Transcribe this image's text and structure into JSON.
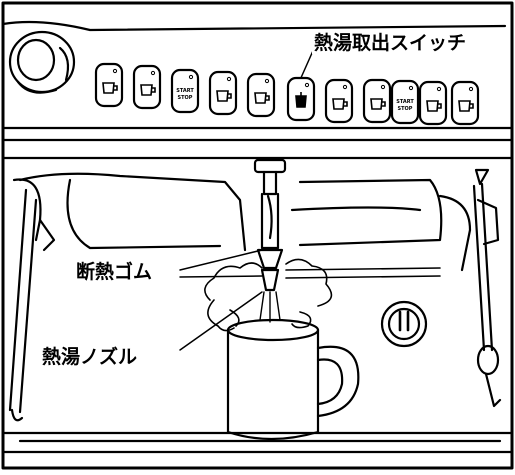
{
  "labels": {
    "hot_water_switch": "熱湯取出スイッチ",
    "insulating_rubber": "断熱ゴム",
    "hot_water_nozzle": "熱湯ノズル"
  },
  "buttons": [
    {
      "icon": "cup-icon"
    },
    {
      "icon": "cup-icon"
    },
    {
      "icon": "start-stop",
      "line1": "START",
      "line2": "STOP"
    },
    {
      "icon": "cup-icon"
    },
    {
      "icon": "cup-icon"
    },
    {
      "icon": "hot-water-icon"
    },
    {
      "icon": "cup-icon"
    },
    {
      "icon": "cup-icon"
    },
    {
      "icon": "start-stop",
      "line1": "START",
      "line2": "STOP"
    },
    {
      "icon": "cup-icon"
    },
    {
      "icon": "cup-icon"
    }
  ],
  "colors": {
    "line": "#000000",
    "background": "#ffffff"
  }
}
